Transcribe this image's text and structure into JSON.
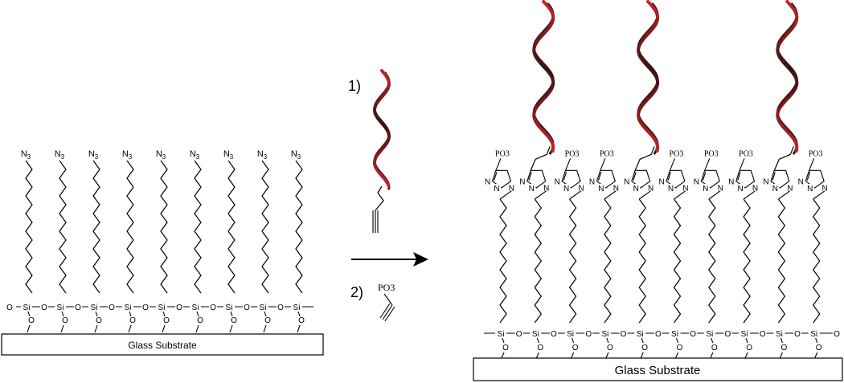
{
  "left_panel": {
    "substrate_label": "Glass Substrate",
    "azide_label": "N3",
    "silicon_label": "Si",
    "oxygen_label": "O",
    "chain_count": 9
  },
  "reaction": {
    "step1_label": "1)",
    "step2_label": "2)",
    "phosphonate_label": "PO3"
  },
  "right_panel": {
    "substrate_label": "Glass Substrate",
    "phosphonate_label": "PO3",
    "nitrogen_label": "N",
    "silicon_label": "Si",
    "oxygen_label": "O",
    "chain_count": 10
  },
  "colors": {
    "dna_red": "#b3252b",
    "dna_dark": "#2a1414",
    "line": "#000000"
  }
}
